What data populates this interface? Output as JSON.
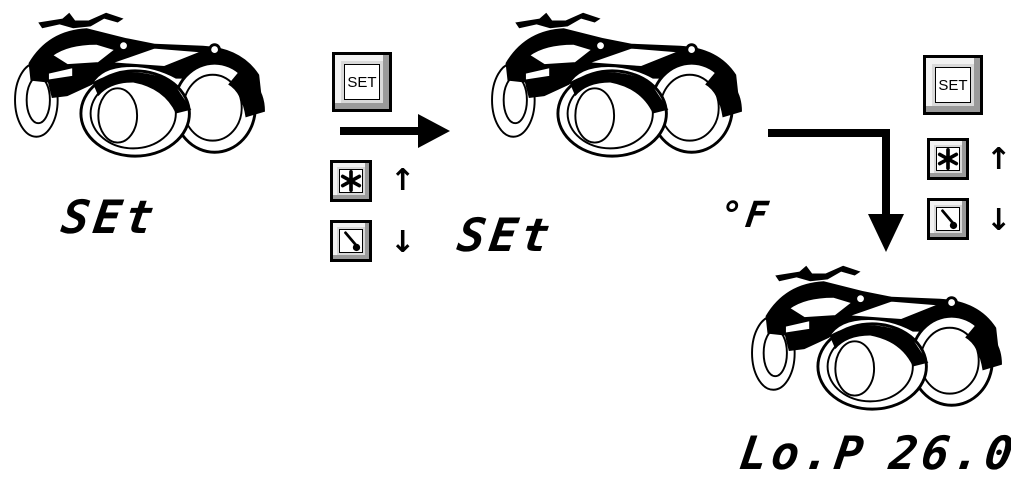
{
  "steps": [
    {
      "display": "SEt"
    },
    {
      "display": "SEt",
      "unit": "°F"
    },
    {
      "display_left": "Lo.P",
      "display_right": "26.0"
    }
  ],
  "buttons": {
    "set_label": "SET",
    "up_glyph": "↑",
    "down_glyph": "↓"
  },
  "icons": {
    "up_key": "snowflake-icon",
    "down_key": "thermometer-icon"
  }
}
